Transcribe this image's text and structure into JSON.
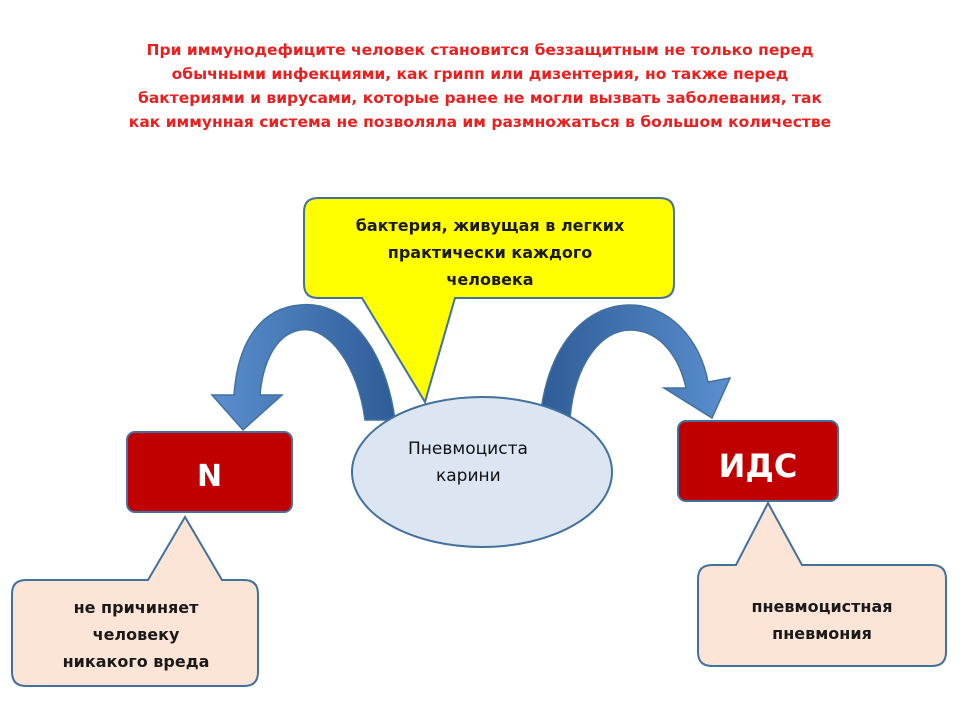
{
  "intro": {
    "lines": [
      "При иммунодефиците человек становится беззащитным не только перед",
      "обычными инфекциями, как грипп или дизентерия, но также перед",
      "бактериями и вирусами, которые ранее не могли вызвать заболевания, так",
      "как иммунная система не позволяла им размножаться в большом количестве"
    ]
  },
  "callout": {
    "lines": [
      "бактерия, живущая в легких",
      "практически каждого",
      "человека"
    ]
  },
  "center": {
    "lines": [
      "Пневмоциста",
      "карини"
    ]
  },
  "left_box": {
    "label": "N"
  },
  "right_box": {
    "label": "ИДС"
  },
  "left_note": {
    "lines": [
      "не причиняет",
      "человеку",
      "никакого вреда"
    ]
  },
  "right_note": {
    "lines": [
      "пневмоцистная",
      "пневмония"
    ]
  },
  "colors": {
    "intro_text": "#e8201f",
    "callout_fill": "#ffff00",
    "ellipse_fill": "#dce6f2",
    "box_fill": "#c00000",
    "note_fill": "#fce5d6",
    "arrow": "#4f81bd",
    "outline": "#41719c"
  }
}
